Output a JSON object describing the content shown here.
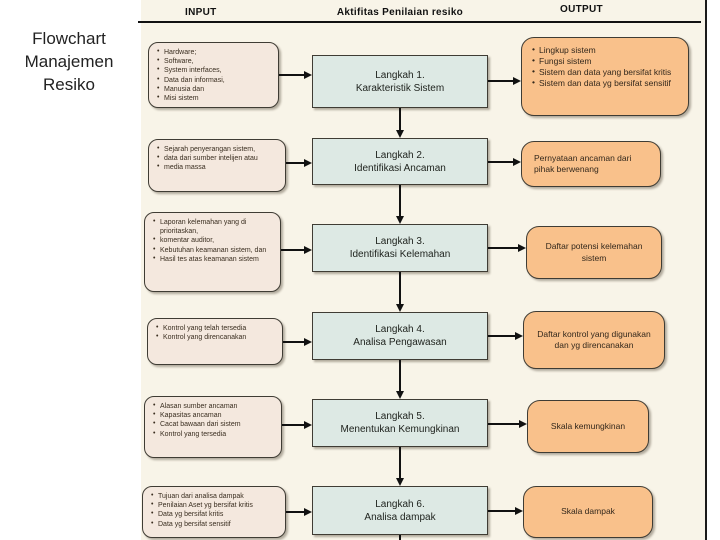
{
  "page": {
    "title": "Flowchart Manajemen Resiko"
  },
  "header": {
    "columns": [
      "INPUT",
      "Aktifitas Penilaian resiko",
      "OUTPUT"
    ]
  },
  "rows": [
    {
      "input": {
        "bullets": [
          "Hardware;",
          "Software,",
          "System interfaces,",
          "Data dan informasi,",
          "Manusia dan",
          "Misi sistem"
        ]
      },
      "step": {
        "line1": "Langkah 1.",
        "line2": "Karakteristik Sistem"
      },
      "output": {
        "bullets": [
          "Lingkup sistem",
          "Fungsi sistem",
          "Sistem dan data yang bersifat kritis",
          "Sistem dan data yg bersifat sensitif"
        ]
      }
    },
    {
      "input": {
        "bullets": [
          "Sejarah penyerangan sistem,",
          "data dari sumber intelijen atau",
          "media massa"
        ]
      },
      "step": {
        "line1": "Langkah 2.",
        "line2": "Identifikasi Ancaman"
      },
      "output": {
        "text": "Pernyataan ancaman dari pihak berwenang"
      }
    },
    {
      "input": {
        "bullets": [
          "Laporan kelemahan yang di prioritaskan,",
          "komentar auditor,",
          "Kebutuhan keamanan sistem, dan",
          "Hasil tes atas keamanan sistem"
        ]
      },
      "step": {
        "line1": "Langkah 3.",
        "line2": "Identifikasi Kelemahan"
      },
      "output": {
        "text": "Daftar potensi kelemahan sistem"
      }
    },
    {
      "input": {
        "bullets": [
          "Kontrol yang telah tersedia",
          "Kontrol yang direncanakan"
        ]
      },
      "step": {
        "line1": "Langkah 4.",
        "line2": "Analisa Pengawasan"
      },
      "output": {
        "text": "Daftar kontrol yang digunakan dan yg direncanakan"
      }
    },
    {
      "input": {
        "bullets": [
          "Alasan sumber ancaman",
          "Kapasitas ancaman",
          "Cacat bawaan dari sistem",
          "Kontrol yang tersedia"
        ]
      },
      "step": {
        "line1": "Langkah 5.",
        "line2": "Menentukan Kemungkinan"
      },
      "output": {
        "text": "Skala kemungkinan"
      }
    },
    {
      "input": {
        "bullets": [
          "Tujuan dari analisa dampak",
          "Penilaian Aset yg bersifat kritis",
          "Data yg bersifat kritis",
          "Data yg bersifat sensitif"
        ]
      },
      "step": {
        "line1": "Langkah 6.",
        "line2": "Analisa dampak"
      },
      "output": {
        "text": "Skala dampak"
      }
    }
  ],
  "colors": {
    "panel_bg": "#f8f4e8",
    "input_fill": "#f4e8de",
    "step_fill": "#dde9e4",
    "output_fill": "#f9c18b",
    "arrow": "#111111"
  }
}
